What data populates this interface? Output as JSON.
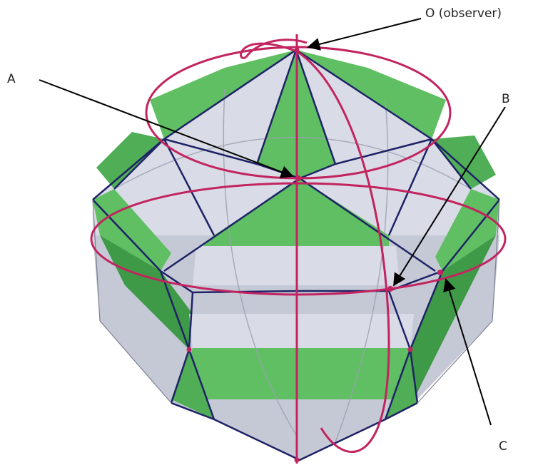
{
  "labels": {
    "observer": "O (observer)",
    "a": "A",
    "b": "B",
    "c": "C"
  },
  "colors": {
    "face_green": "#5fbf62",
    "face_dark_green": "#3f9a48",
    "face_gray": "#c5c9d6",
    "face_light": "#d9dce6",
    "edge_navy": "#1e2266",
    "circle_magenta": "#c2245f",
    "arrow": "#000000"
  }
}
